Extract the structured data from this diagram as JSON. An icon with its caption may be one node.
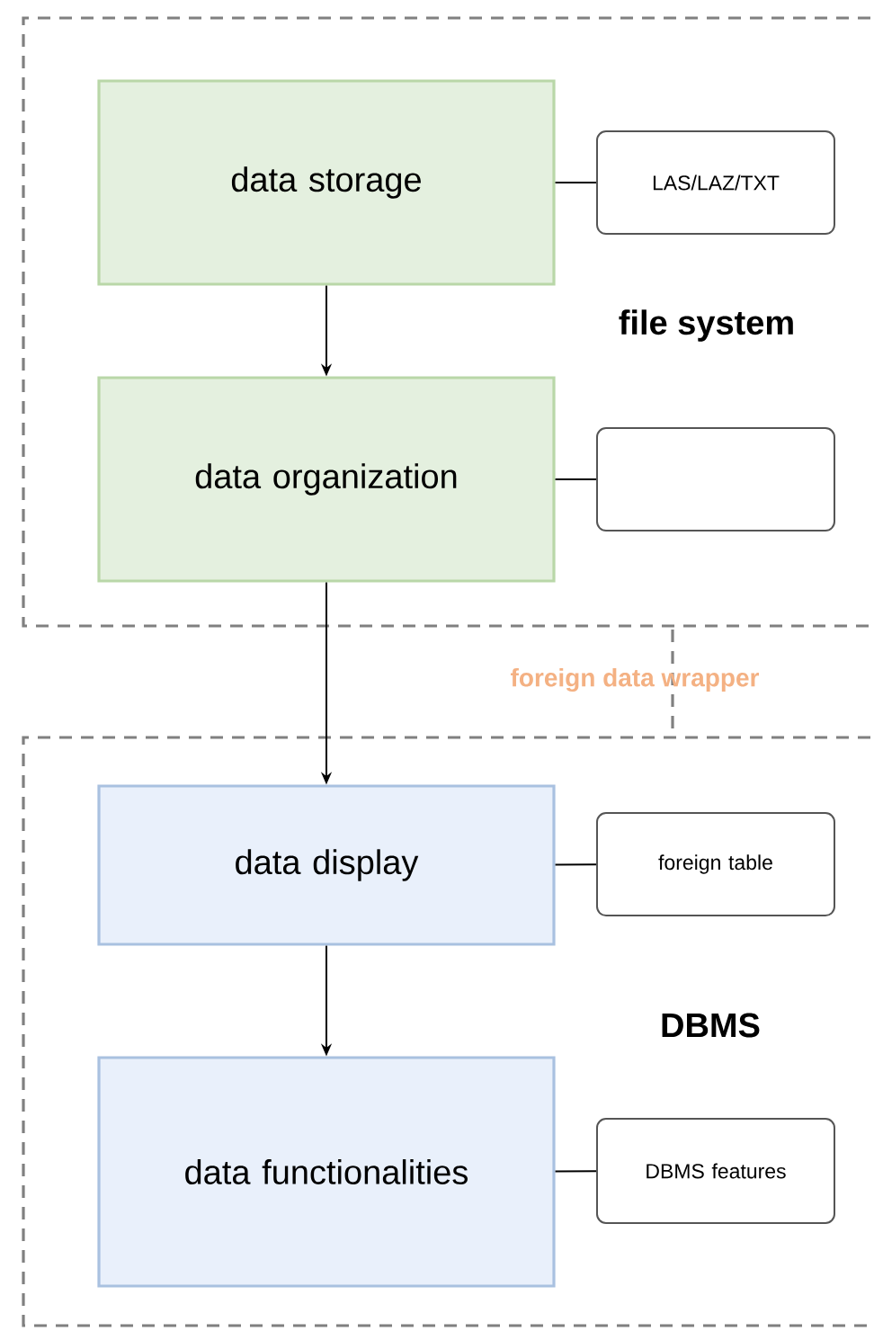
{
  "diagram": {
    "nodes": [
      {
        "text": [
          "file system"
        ]
      },
      {
        "text": [
          "data storage"
        ],
        "in": 0
      },
      {
        "text": [
          "LAS/LAZ/TXT"
        ],
        "in": 0
      },
      {
        "text": [
          "data organization"
        ],
        "in": 0
      },
      {
        "text": [],
        "shape": "box",
        "in": 0
      },
      {
        "text": [
          "DBMS"
        ]
      },
      {
        "text": [
          "data display"
        ],
        "in": 5
      },
      {
        "text": [
          "foreign table"
        ],
        "in": 5
      },
      {
        "text": [
          "data functionalities"
        ],
        "in": 5
      },
      {
        "text": [
          "DBMS features"
        ],
        "in": 5
      }
    ],
    "edges": [
      {
        "from": 1,
        "to": 3,
        "arrow": "to"
      },
      {
        "from": 3,
        "to": 6,
        "arrow": "to"
      },
      {
        "from": 6,
        "to": 8,
        "arrow": "to"
      },
      {
        "from": 1,
        "to": 2,
        "arrow": "none"
      },
      {
        "from": 3,
        "to": 4,
        "arrow": "none"
      },
      {
        "from": 6,
        "to": 7,
        "arrow": "none"
      },
      {
        "from": 8,
        "to": 9,
        "arrow": "none"
      }
    ],
    "labels": [
      "foreign data wrapper"
    ]
  }
}
